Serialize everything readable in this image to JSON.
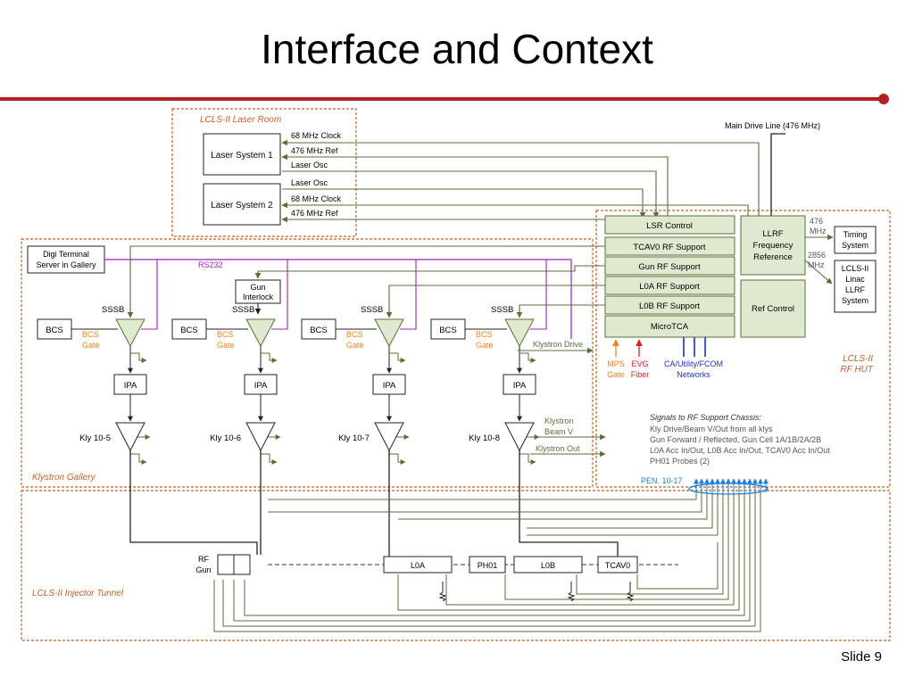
{
  "slide": {
    "title": "Interface and Context",
    "number_label": "Slide 9",
    "accent_color": "#b22222"
  },
  "colors": {
    "box_fill": "#dfe9cf",
    "box_stroke": "#5a6e3a",
    "signal_line": "#5a6e3a",
    "rs232_line": "#a020c0",
    "region_border": "#c0602a",
    "region_label": "#c0602a",
    "mps_arrow": "#f08020",
    "evg_arrow": "#e02020",
    "network_line": "#2030d0",
    "pen_label": "#1e7ed8"
  },
  "regions": {
    "laser_room": "LCLS-II Laser Room",
    "klystron_gallery": "Klystron Gallery",
    "rf_hut_line1": "LCLS-II",
    "rf_hut_line2": "RF HUT",
    "injector_tunnel": "LCLS-II Injector Tunnel"
  },
  "laser_systems": [
    "Laser System 1",
    "Laser System 2"
  ],
  "laser_signals": {
    "clock_68": "68 MHz Clock",
    "ref_476": "476 MHz Ref",
    "laser_osc": "Laser Osc"
  },
  "main_drive_line": "Main Drive Line (476 MHz)",
  "rf_support": {
    "chassis": [
      "LSR Control",
      "TCAV0 RF Support",
      "Gun RF Support",
      "L0A RF Support",
      "L0B RF Support",
      "MicroTCA"
    ],
    "llrf_ref": [
      "LLRF",
      "Frequency",
      "Reference"
    ],
    "ref_control": "Ref Control",
    "freq_476": [
      "476",
      "MHz"
    ],
    "freq_2856": [
      "2856",
      "MHz"
    ],
    "timing_system": [
      "Timing",
      "System"
    ],
    "linac_llrf": [
      "LCLS-II",
      "Linac",
      "LLRF",
      "System"
    ]
  },
  "gallery": {
    "digi_terminal": [
      "Digi Terminal",
      "Server in Gallery"
    ],
    "rs232": "RS232",
    "gun_interlock": [
      "Gun",
      "Interlock"
    ],
    "bcs": "BCS",
    "bcs_gate": [
      "BCS",
      "Gate"
    ],
    "sssb": "SSSB",
    "ipa": "IPA",
    "klys": [
      "Kly 10-5",
      "Kly 10-6",
      "Kly 10-7",
      "Kly 10-8"
    ],
    "klystron_drive": "Klystron Drive",
    "klystron_beam_v": [
      "Klystron",
      "Beam V"
    ],
    "klystron_out": "Klystron Out"
  },
  "networks": {
    "mps_gate": [
      "MPS",
      "Gate"
    ],
    "evg_fiber": [
      "EVG",
      "Fiber"
    ],
    "ca_utility": [
      "CA/Utility/FCOM",
      "Networks"
    ]
  },
  "signals_note": {
    "title": "Signals to RF Support Chassis:",
    "lines": [
      "Kly Drive/Beam V/Out from all klys",
      "Gun Forward / Reflected, Gun Cell 1A/1B/2A/2B",
      "L0A Acc In/Out, L0B Acc In/Out, TCAV0 Acc In/Out",
      "PH01 Probes (2)"
    ]
  },
  "pen": "PEN. 10-17",
  "tunnel": {
    "rf_gun": [
      "RF",
      "Gun"
    ],
    "elements": [
      "L0A",
      "PH01",
      "L0B",
      "TCAV0"
    ]
  }
}
